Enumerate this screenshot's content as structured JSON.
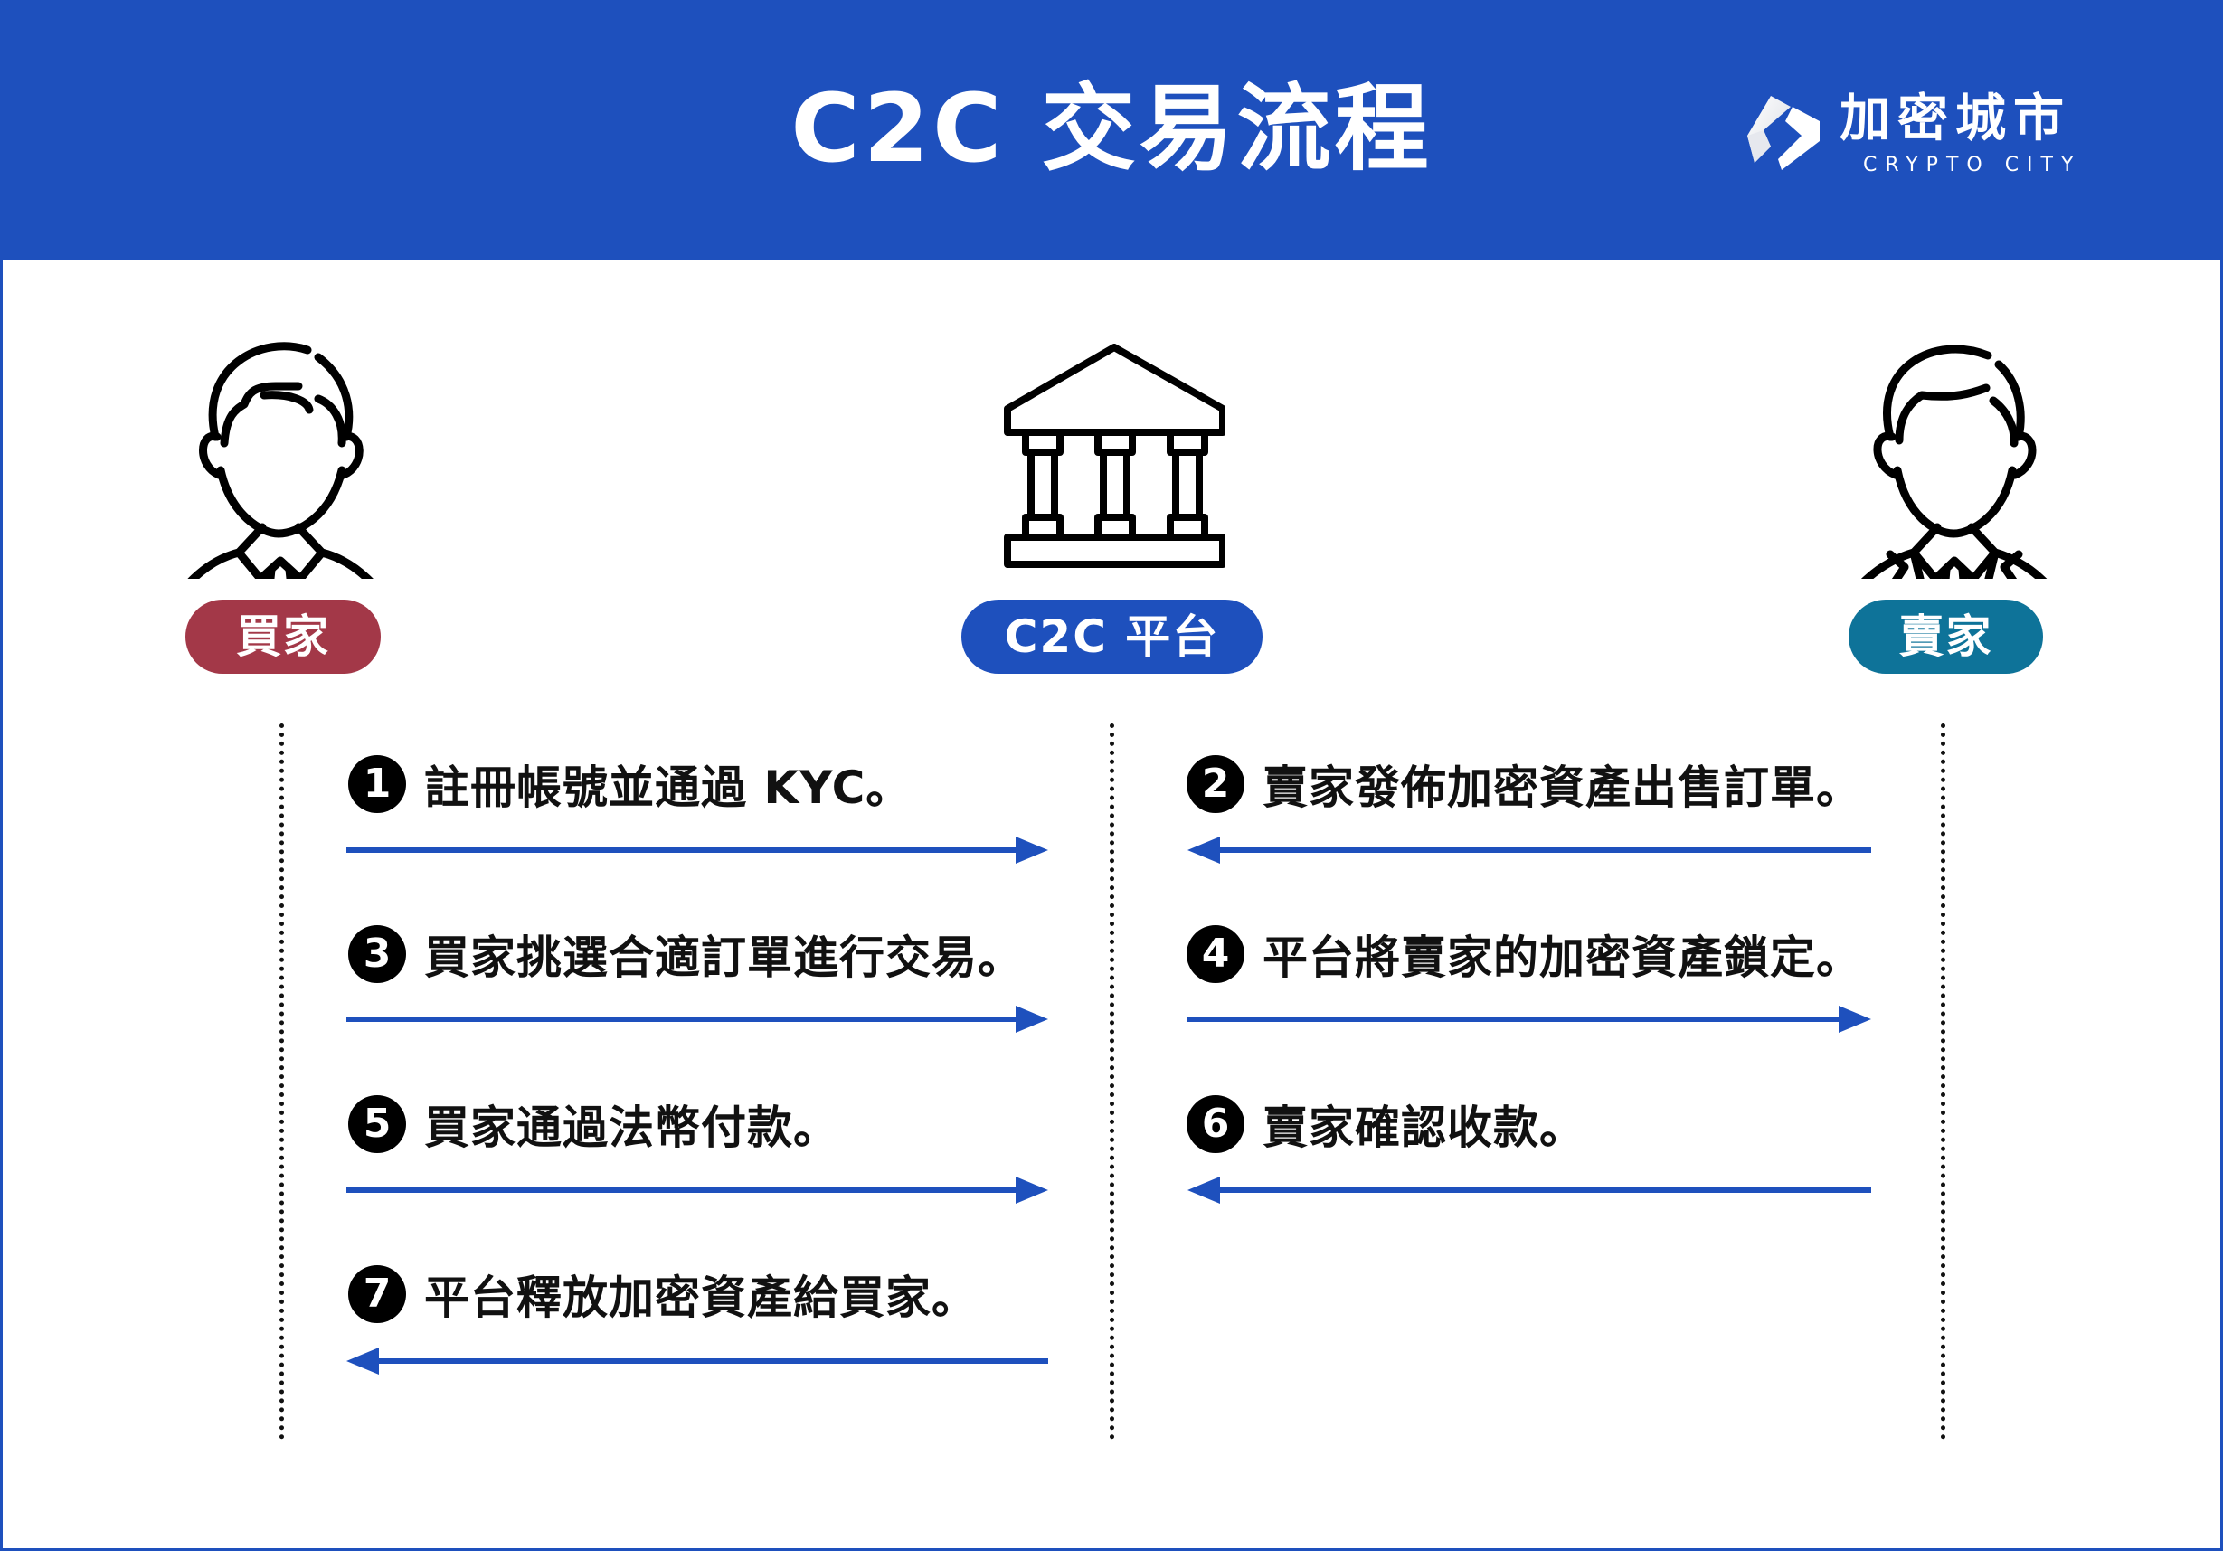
{
  "header": {
    "title": "C2C 交易流程",
    "background_color": "#1E50BD",
    "logo": {
      "icon": "crypto-city-logo-icon",
      "name_cn": "加密城市",
      "name_en": "CRYPTO CITY"
    }
  },
  "actors": [
    {
      "id": "buyer",
      "label": "買家",
      "icon": "person-shirt-tie-icon",
      "color": "#A33848"
    },
    {
      "id": "platform",
      "label": "C2C 平台",
      "icon": "bank-building-icon",
      "color": "#1E50BD"
    },
    {
      "id": "seller",
      "label": "賣家",
      "icon": "person-suit-icon",
      "color": "#0E7399"
    }
  ],
  "steps": [
    {
      "number": "1",
      "text": "註冊帳號並通過 KYC。",
      "from": "buyer",
      "to": "platform",
      "direction": "right"
    },
    {
      "number": "2",
      "text": "賣家發佈加密資產出售訂單。",
      "from": "seller",
      "to": "platform",
      "direction": "left"
    },
    {
      "number": "3",
      "text": "買家挑選合適訂單進行交易。",
      "from": "buyer",
      "to": "platform",
      "direction": "right"
    },
    {
      "number": "4",
      "text": "平台將賣家的加密資產鎖定。",
      "from": "platform",
      "to": "seller",
      "direction": "right"
    },
    {
      "number": "5",
      "text": "買家通過法幣付款。",
      "from": "buyer",
      "to": "platform",
      "direction": "right"
    },
    {
      "number": "6",
      "text": "賣家確認收款。",
      "from": "seller",
      "to": "platform",
      "direction": "left"
    },
    {
      "number": "7",
      "text": "平台釋放加密資產給買家。",
      "from": "platform",
      "to": "buyer",
      "direction": "left"
    }
  ],
  "colors": {
    "arrow": "#1E50BD",
    "text": "#111111",
    "number_badge": "#000000"
  }
}
